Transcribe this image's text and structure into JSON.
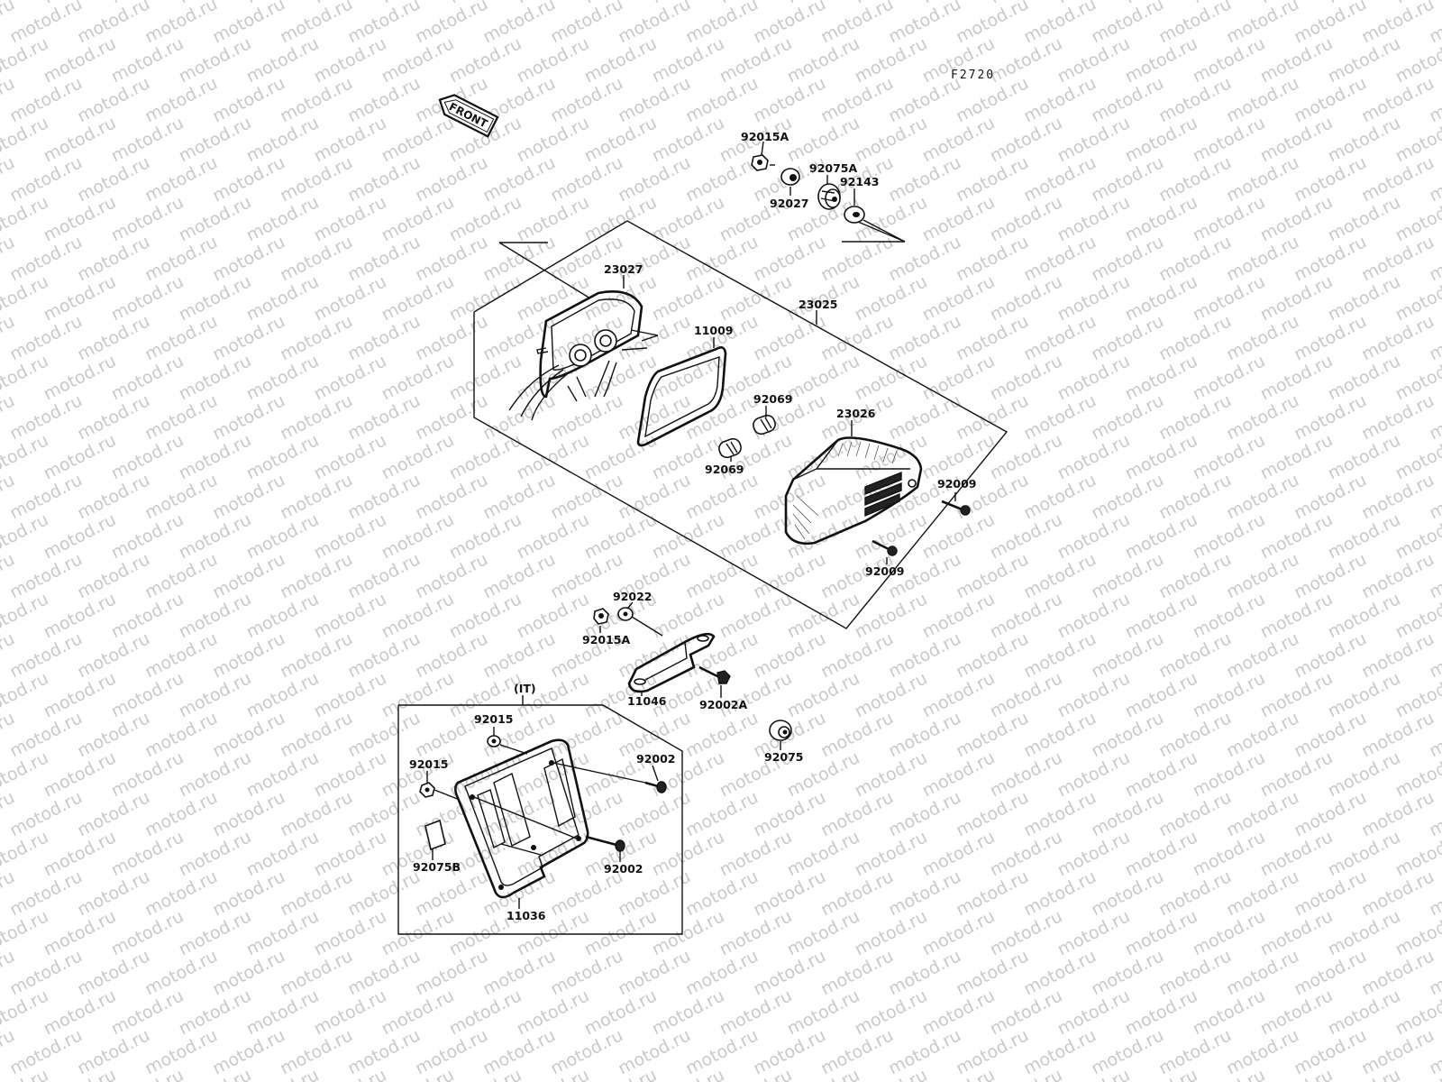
{
  "figure_code": "F2720",
  "front_arrow_label": "FRONT",
  "watermark_text": "motod.ru",
  "region_label": "(IT)",
  "callouts": {
    "c_92015A_top": "92015A",
    "c_92027": "92027",
    "c_92075A": "92075A",
    "c_92143": "92143",
    "c_23027": "23027",
    "c_23025": "23025",
    "c_11009": "11009",
    "c_92069_a": "92069",
    "c_92069_b": "92069",
    "c_23026": "23026",
    "c_92009_a": "92009",
    "c_92009_b": "92009",
    "c_92022": "92022",
    "c_92015A_mid": "92015A",
    "c_11046": "11046",
    "c_92002A": "92002A",
    "c_92075": "92075",
    "c_92015_a": "92015",
    "c_92015_b": "92015",
    "c_92002_a": "92002",
    "c_92002_b": "92002",
    "c_92075B": "92075B",
    "c_11036": "11036"
  }
}
